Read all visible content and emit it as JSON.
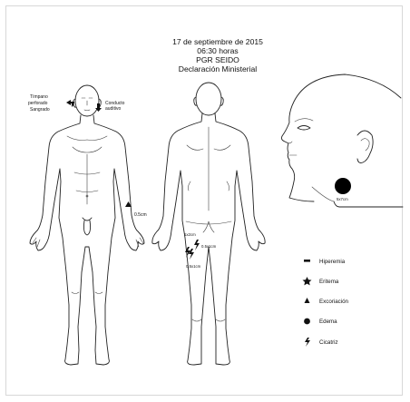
{
  "header": {
    "date": "17 de septiembre de 2015",
    "time": "06:30 horas",
    "agency": "PGR SEIDO",
    "document": "Declaración Ministerial"
  },
  "annotations": {
    "timpano_line1": "Tímpano",
    "timpano_line2": "perforado",
    "timpano_line3": "Sangrado",
    "conducto_line1": "Conducto",
    "conducto_line2": "auditivo",
    "front_arm_size": "0.5cm",
    "back_size_1": "1x2cm",
    "back_size_2": "0.5x1cm",
    "back_size_3": "0.5x1cm",
    "head_size": "5x7cm"
  },
  "legend": [
    {
      "icon": "dash-icon",
      "label": "Hiperemia"
    },
    {
      "icon": "star-icon",
      "label": "Eritema"
    },
    {
      "icon": "triangle-icon",
      "label": "Excoriación"
    },
    {
      "icon": "circle-icon",
      "label": "Edema"
    },
    {
      "icon": "lightning-icon",
      "label": "Cicatriz"
    }
  ]
}
